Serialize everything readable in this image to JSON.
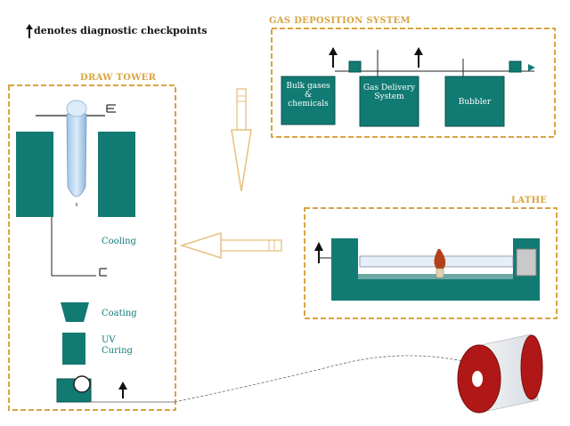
{
  "legend": {
    "text": "denotes diagnostic checkpoints"
  },
  "gas_deposition": {
    "title": "GAS DEPOSITION SYSTEM",
    "boxes": [
      "Bulk gases & chemicals",
      "Gas Delivery System",
      "Bubbler"
    ]
  },
  "draw_tower": {
    "title": "DRAW TOWER",
    "labels": {
      "cooling": "Cooling",
      "coating": "Coating",
      "uv_curing": "UV Curing"
    }
  },
  "lathe": {
    "title": "LATHE"
  },
  "colors": {
    "teal": "#117a73",
    "dashed_border": "#d9a441",
    "flow_arrow": "#e9bf7f",
    "spool_red": "#b01818",
    "text_teal": "#147a7a"
  }
}
